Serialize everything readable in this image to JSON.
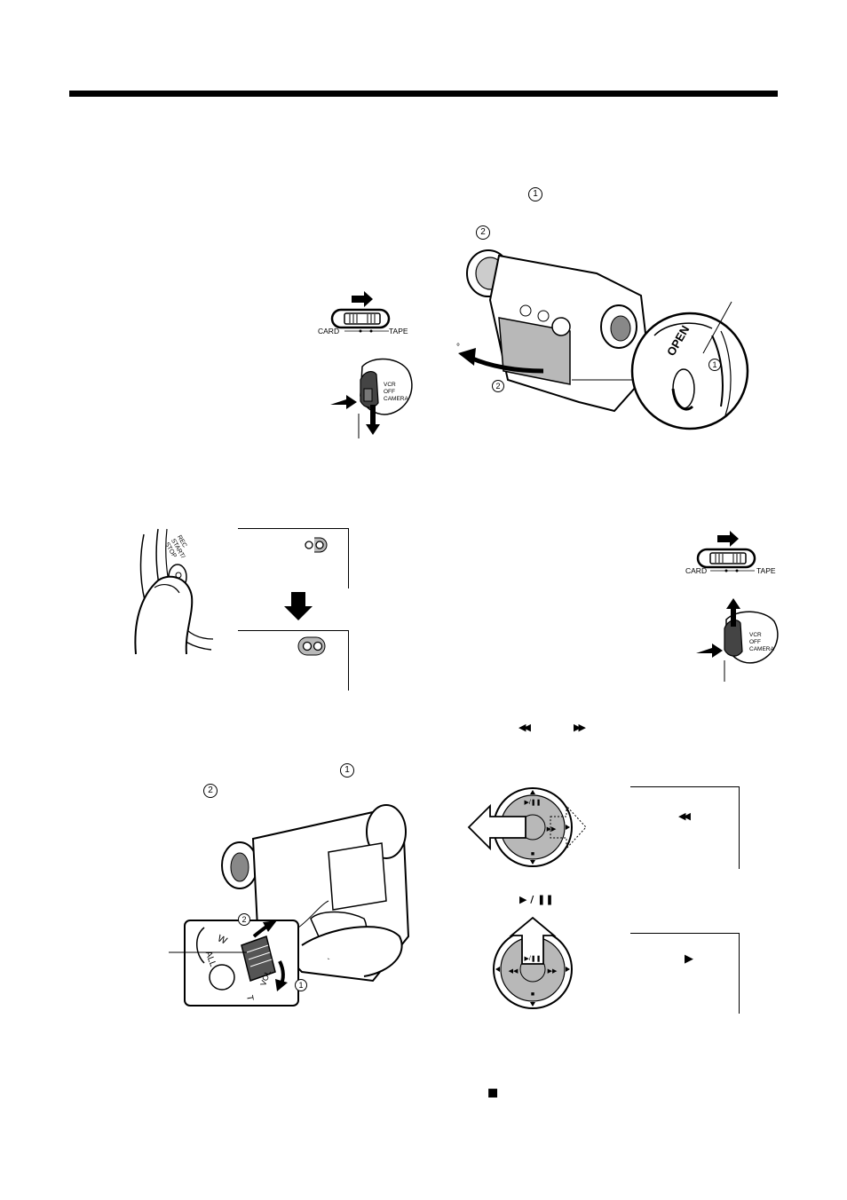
{
  "step_markers": {
    "one": "1",
    "two": "2"
  },
  "switch": {
    "left": "CARD",
    "right": "TAPE"
  },
  "power_dial": {
    "vcr": "VCR",
    "off": "OFF",
    "camera": "CAMERA"
  },
  "rec_button": {
    "line1": "REC",
    "line2": "START/",
    "line3": "STOP"
  },
  "open_button": {
    "label": "OPEN"
  },
  "zoom_lever": {
    "w": "W",
    "t": "T",
    "vol": "VOL",
    "all": "ALL"
  },
  "symbols": {
    "rewind": "◀◀",
    "fast_forward": "▶▶",
    "play_pause": "▶ / ❚❚",
    "play": "▶",
    "stop": "■",
    "degree": "°"
  },
  "control_pad": {
    "play_pause": "▶/❚❚",
    "rewind": "◀◀",
    "fast_forward": "▶▶",
    "stop": "■"
  },
  "colors": {
    "rule": "#000000",
    "gray_fill": "#b8b8b8",
    "light_gray": "#dcdcdc"
  }
}
